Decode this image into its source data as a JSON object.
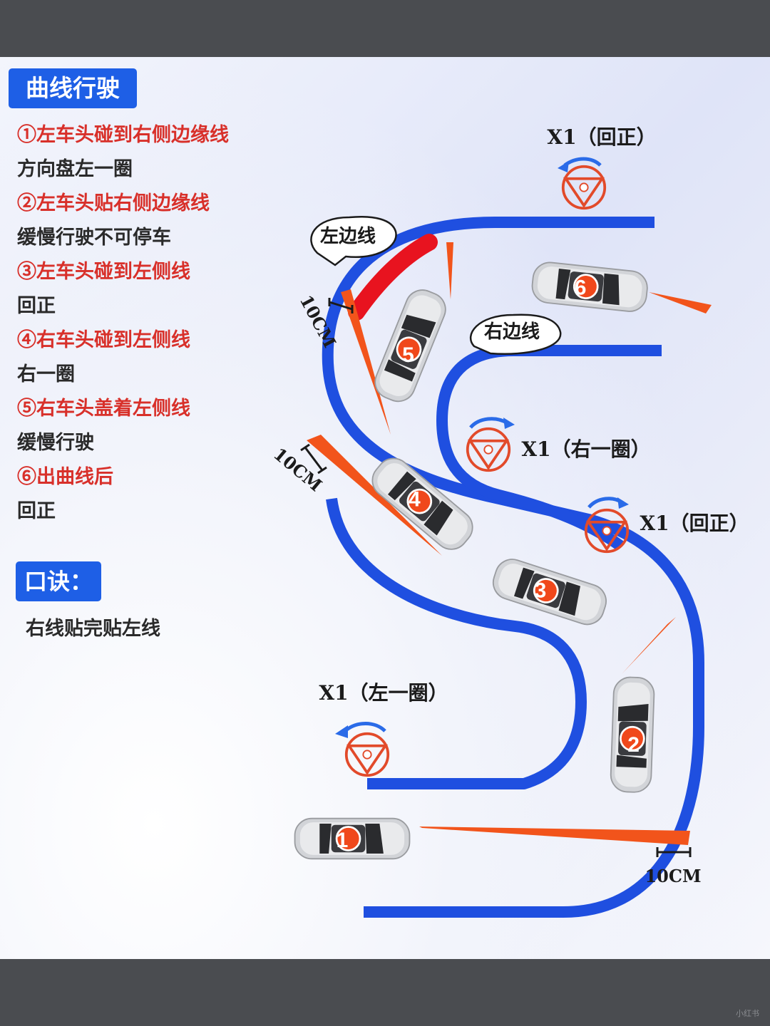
{
  "title": "曲线行驶",
  "steps": [
    {
      "text": "①左车头碰到右侧边缘线",
      "color": "red"
    },
    {
      "text": "方向盘左一圈",
      "color": "black"
    },
    {
      "text": "②左车头贴右侧边缘线",
      "color": "red"
    },
    {
      "text": "缓慢行驶不可停车",
      "color": "black"
    },
    {
      "text": "③左车头碰到左侧线",
      "color": "red"
    },
    {
      "text": "回正",
      "color": "black"
    },
    {
      "text": "④右车头碰到左侧线",
      "color": "red"
    },
    {
      "text": "右一圈",
      "color": "black"
    },
    {
      "text": "⑤右车头盖着左侧线",
      "color": "red"
    },
    {
      "text": "缓慢行驶",
      "color": "black"
    },
    {
      "text": "⑥出曲线后",
      "color": "red"
    },
    {
      "text": "回正",
      "color": "black"
    }
  ],
  "koujue": {
    "label": "口诀：",
    "text": "右线贴完贴左线"
  },
  "bubbles": {
    "left_line": "左边线",
    "right_line": "右边线"
  },
  "wheel_labels": {
    "top": "X1（回正）",
    "mid_right_turn": "X1（右一圈）",
    "mid_return": "X1（回正）",
    "bottom_left_turn": "X1（左一圈）"
  },
  "distances": {
    "upper_left": "10CM",
    "middle_left": "10CM",
    "bottom_right": "10CM"
  },
  "cars": [
    "1",
    "2",
    "3",
    "4",
    "5",
    "6"
  ],
  "watermark": "小红书",
  "colors": {
    "road_line": "#1f4fe0",
    "left_line_highlight": "#e8131f",
    "sight_line": "#f2541b",
    "accent_blue": "#1e5fe6",
    "step_red": "#d8302a"
  }
}
